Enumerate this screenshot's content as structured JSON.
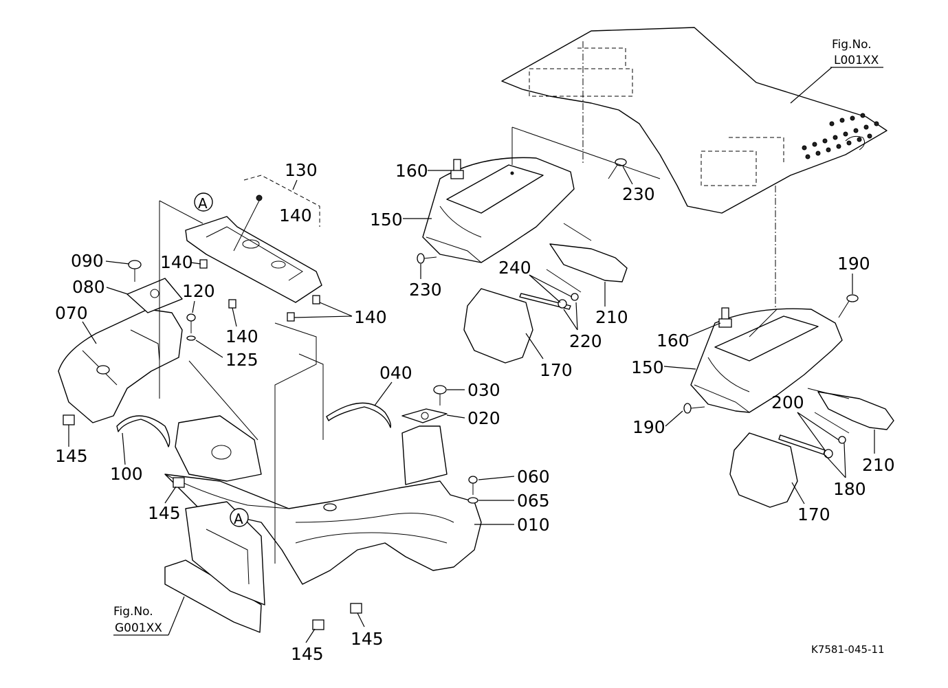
{
  "diagram_code": "K7581-045-11",
  "fig_refs": [
    {
      "prefix": "Fig.No.",
      "code": "L001XX"
    },
    {
      "prefix": "Fig.No.",
      "code": "G001XX"
    }
  ],
  "detail_marker": "A",
  "callouts": [
    "010",
    "020",
    "030",
    "040",
    "060",
    "065",
    "070",
    "080",
    "090",
    "100",
    "120",
    "125",
    "130",
    "140",
    "140",
    "140",
    "140",
    "145",
    "145",
    "145",
    "145",
    "150",
    "150",
    "160",
    "160",
    "170",
    "170",
    "180",
    "190",
    "190",
    "200",
    "210",
    "210",
    "220",
    "230",
    "230",
    "240"
  ]
}
